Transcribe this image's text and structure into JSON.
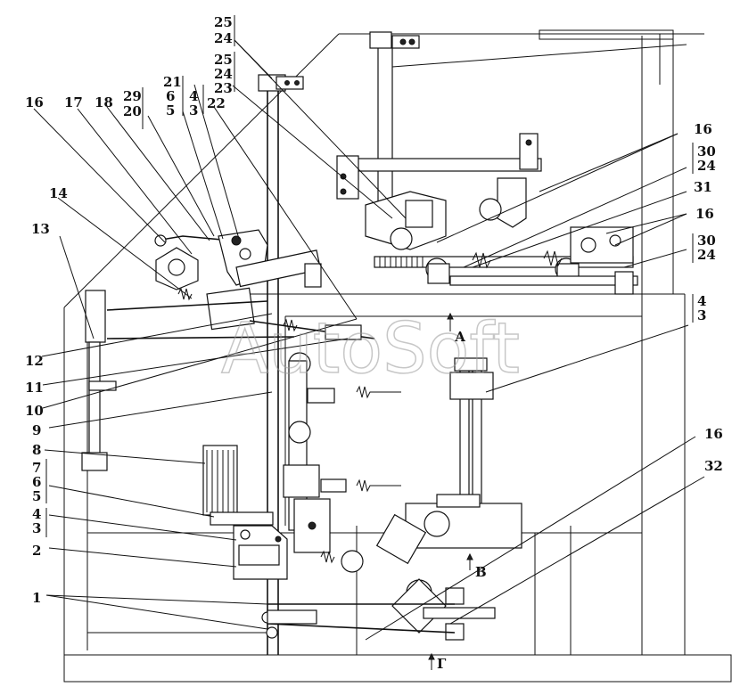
{
  "labels": {
    "l25a": "25",
    "l24a": "24",
    "l25b": "25",
    "l24b": "24",
    "l23": "23",
    "l21": "21",
    "l6a": "6",
    "l5a": "5",
    "l4a": "4",
    "l3a": "3",
    "l22": "22",
    "l29": "29",
    "l20": "20",
    "l16a": "16",
    "l17": "17",
    "l18": "18",
    "l14": "14",
    "l13": "13",
    "l12": "12",
    "l11": "11",
    "l10": "10",
    "l9": "9",
    "l8": "8",
    "l7": "7",
    "l6b": "6",
    "l5b": "5",
    "l4b": "4",
    "l3b": "3",
    "l2": "2",
    "l1": "1",
    "l16b": "16",
    "l30a": "30",
    "l24c": "24",
    "l31": "31",
    "l16c": "16",
    "l30b": "30",
    "l24d": "24",
    "l4c": "4",
    "l3c": "3",
    "l16d": "16",
    "l32": "32"
  },
  "view_marks": {
    "a": "А",
    "v": "В",
    "g": "Г"
  },
  "watermark": "AutoSoft"
}
